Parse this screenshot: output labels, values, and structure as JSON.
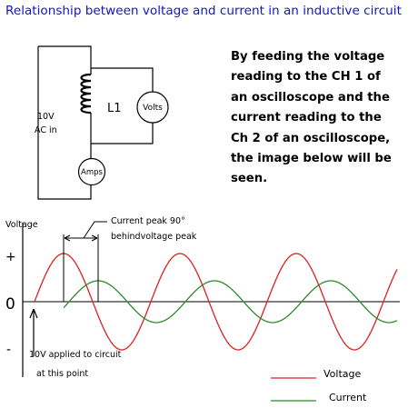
{
  "title": "Relationship between voltage and current in an inductive circuit",
  "description_lines": [
    "By feeding the voltage",
    "reading to the CH 1  of",
    "an oscilloscope and the",
    "current reading to the",
    "Ch 2  of an oscilloscope,",
    "the image below will be",
    "seen."
  ],
  "circuit": {
    "source_label_line1": "10V",
    "source_label_line2": "AC in",
    "inductor_label": "L1",
    "voltmeter_label": "Volts",
    "ammeter_label": "Amps"
  },
  "graph": {
    "y_axis_label": "Voltage",
    "plus_label": "+",
    "zero_label": "0",
    "minus_label": "-",
    "peak_annotation_line1": "Current peak 90°",
    "peak_annotation_line2": "behindvoltage peak",
    "applied_annotation_line1": "10V applied to circuit",
    "applied_annotation_line2": "at this point"
  },
  "legend": [
    {
      "name": "Voltage",
      "color": "#e02020"
    },
    {
      "name": "Current",
      "color": "#2a8a2a"
    }
  ]
}
